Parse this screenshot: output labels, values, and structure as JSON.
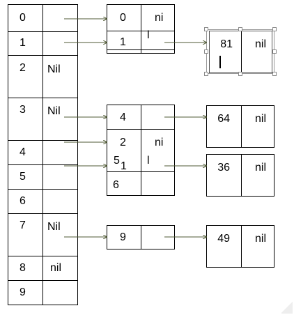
{
  "table": {
    "rows": [
      {
        "index": "0",
        "value": ""
      },
      {
        "index": "1",
        "value": ""
      },
      {
        "index": "2",
        "value": "Nil"
      },
      {
        "index": "3",
        "value": "Nil"
      },
      {
        "index": "4",
        "value": ""
      },
      {
        "index": "5",
        "value": ""
      },
      {
        "index": "6",
        "value": ""
      },
      {
        "index": "7",
        "value": "Nil"
      },
      {
        "index": "8",
        "value": "nil"
      },
      {
        "index": "9",
        "value": ""
      }
    ]
  },
  "block_a": {
    "rows": [
      {
        "key": "0",
        "value": "ni"
      },
      {
        "key": "1",
        "value": "l"
      }
    ]
  },
  "block_b": {
    "rows": [
      {
        "key": "4",
        "value": ""
      },
      {
        "key": "2",
        "value": "ni"
      },
      {
        "key": "5",
        "value": "1"
      },
      {
        "key": "6",
        "value": ""
      }
    ],
    "value_l": "l"
  },
  "block_c": {
    "key": "9",
    "value": ""
  },
  "nodes": {
    "n81": {
      "number": "81",
      "next": "nil"
    },
    "n64": {
      "number": "64",
      "next": "nil"
    },
    "n36": {
      "number": "36",
      "next": "nil"
    },
    "n49": {
      "number": "49",
      "next": "nil"
    }
  }
}
